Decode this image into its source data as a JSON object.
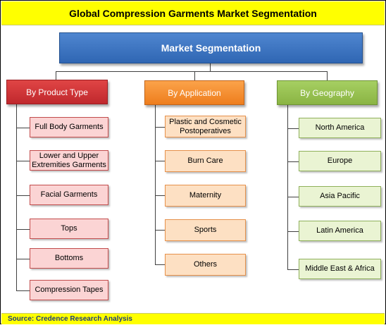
{
  "title": "Global Compression Garments Market Segmentation",
  "root": "Market Segmentation",
  "categories": [
    {
      "label": "By Product Type",
      "items": [
        "Full Body Garments",
        "Lower and Upper Extremities Garments",
        "Facial Garments",
        "Tops",
        "Bottoms",
        "Compression Tapes"
      ]
    },
    {
      "label": "By Application",
      "items": [
        "Plastic and Cosmetic Postoperatives",
        "Burn Care",
        "Maternity",
        "Sports",
        "Others"
      ]
    },
    {
      "label": "By Geography",
      "items": [
        "North America",
        "Europe",
        "Asia Pacific",
        "Latin America",
        "Middle East & Africa"
      ]
    }
  ],
  "source": "Source: Credence Research Analysis",
  "colors": {
    "title_bg": "#ffff00",
    "root": "#3a73c3",
    "product_type": "#d2343a",
    "application": "#f58f31",
    "geography": "#9ac253"
  }
}
